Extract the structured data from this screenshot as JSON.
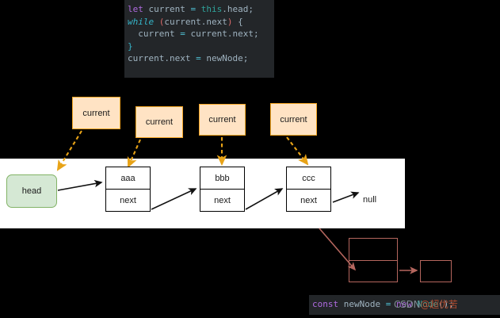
{
  "code_top": {
    "lines": [
      {
        "tokens": [
          {
            "t": "let ",
            "c": "kw-purple"
          },
          {
            "t": "current ",
            "c": "kw-plain"
          },
          {
            "t": "= ",
            "c": "kw-op"
          },
          {
            "t": "this",
            "c": "kw-teal"
          },
          {
            "t": ".head;",
            "c": "kw-plain"
          }
        ]
      },
      {
        "tokens": [
          {
            "t": "while",
            "c": "kw-cyan-i"
          },
          {
            "t": " ",
            "c": "kw-plain"
          },
          {
            "t": "(",
            "c": "kw-red"
          },
          {
            "t": "current.next",
            "c": "kw-plain"
          },
          {
            "t": ")",
            "c": "kw-red"
          },
          {
            "t": " {",
            "c": "kw-plain"
          }
        ]
      },
      {
        "tokens": [
          {
            "t": "  current ",
            "c": "kw-plain"
          },
          {
            "t": "= ",
            "c": "kw-op"
          },
          {
            "t": "current.next;",
            "c": "kw-plain"
          }
        ]
      },
      {
        "tokens": [
          {
            "t": "}",
            "c": "kw-cyan"
          }
        ]
      },
      {
        "tokens": [
          {
            "t": "current.next ",
            "c": "kw-plain"
          },
          {
            "t": "= ",
            "c": "kw-op"
          },
          {
            "t": "newNode;",
            "c": "kw-plain"
          }
        ]
      }
    ]
  },
  "code_bottom": {
    "tokens": [
      {
        "t": "const ",
        "c": "kw-purple"
      },
      {
        "t": "newNode ",
        "c": "kw-plain"
      },
      {
        "t": "= ",
        "c": "kw-op"
      },
      {
        "t": "new ",
        "c": "kw-purple"
      },
      {
        "t": "Node",
        "c": "kw-teal"
      },
      {
        "t": "();",
        "c": "kw-plain"
      }
    ]
  },
  "watermark": {
    "brand": "CSDN",
    "handle": "@超优苦"
  },
  "pointers": [
    {
      "label": "current"
    },
    {
      "label": "current"
    },
    {
      "label": "current"
    },
    {
      "label": "current"
    }
  ],
  "list": {
    "head_label": "head",
    "null_label": "null",
    "nodes": [
      {
        "value": "aaa",
        "next_label": "next"
      },
      {
        "value": "bbb",
        "next_label": "next"
      },
      {
        "value": "ccc",
        "next_label": "next"
      }
    ]
  },
  "new_node": {
    "main_top": "",
    "main_bottom": "",
    "target": ""
  },
  "colors": {
    "background": "#000000",
    "panel": "#ffffff",
    "pointer_fill": "#ffe3c4",
    "pointer_border": "#f5a623",
    "head_fill": "#d5e8d4",
    "head_border": "#82b366",
    "node_border": "#000000",
    "newnode_border": "#b5665e",
    "code_bg": "#232629"
  }
}
